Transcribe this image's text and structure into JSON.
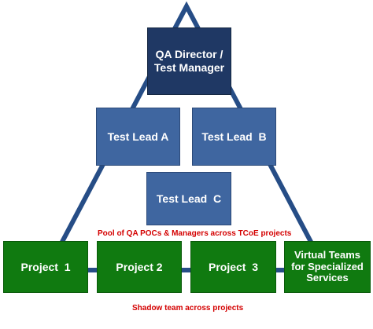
{
  "director": {
    "line1": "QA Director /",
    "line2": "Test Manager"
  },
  "leads": {
    "a": "Test Lead A",
    "b": "Test Lead  B",
    "c": "Test Lead  C"
  },
  "pool_caption": "Pool of QA POCs & Managers across TCoE projects",
  "projects": {
    "p1": "Project  1",
    "p2": "Project 2",
    "p3": "Project  3",
    "virtual": {
      "line1": "Virtual Teams",
      "line2": "for Specialized",
      "line3": "Services"
    }
  },
  "shadow_caption": "Shadow team across projects",
  "colors": {
    "director_fill": "#1f3864",
    "lead_fill": "#3f66a0",
    "project_fill": "#107a10",
    "triangle_stroke": "#264d86",
    "caption_text": "#d40000"
  }
}
